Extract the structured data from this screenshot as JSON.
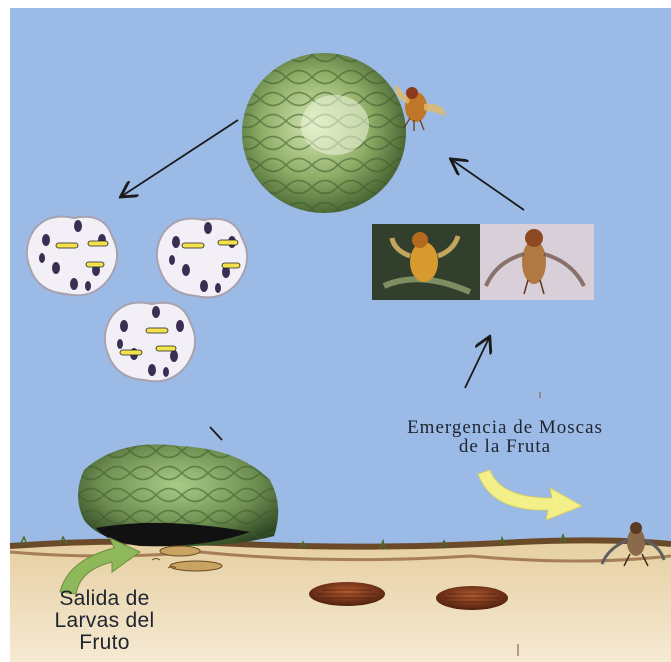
{
  "captions": {
    "emergence_line1": "Emergencia de Moscas",
    "emergence_line2": "de la Fruta",
    "exit_line1": "Salida de",
    "exit_line2": "Larvas del",
    "exit_line3": "Fruto"
  },
  "colors": {
    "sky": "#9bbbe6",
    "soil": "#f0dfbf",
    "soil_dark": "#7a4a26",
    "fruit_green": "#8fae67",
    "arrow_yellow": "#f3f08a"
  }
}
